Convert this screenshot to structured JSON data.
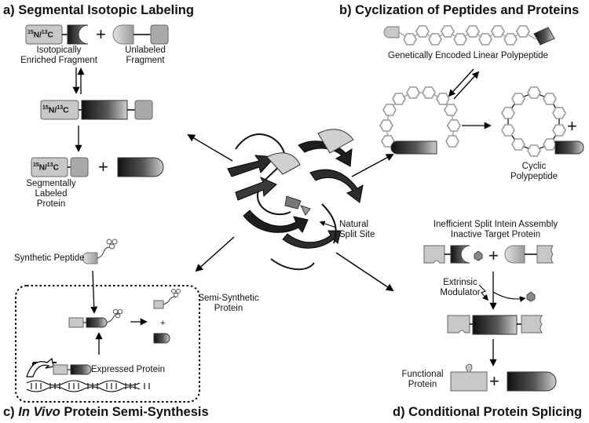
{
  "panels": {
    "a": {
      "prefix": "a) ",
      "title": "Segmental Isotopic Labeling",
      "iso_label": "15N/13C",
      "isotopically_enriched_fragment": [
        "Isotopically",
        "Enriched Fragment"
      ],
      "unlabeled_fragment": [
        "Unlabeled",
        "Fragment"
      ],
      "segmentally_labeled_protein": [
        "Segmentally",
        "Labeled",
        "Protein"
      ],
      "plus": "+"
    },
    "b": {
      "prefix": "b) ",
      "title": "Cyclization of Peptides and Proteins",
      "linear_polypeptide": "Genetically Encoded Linear Polypeptide",
      "cyclic_polypeptide": [
        "Cyclic",
        "Polypeptide"
      ],
      "plus": "+"
    },
    "c": {
      "prefix": "c) ",
      "title_italic": "In Vivo",
      "title_rest": " Protein Semi-Synthesis",
      "synthetic_peptide": "Synthetic Peptide",
      "semi_synthetic_protein": [
        "Semi-Synthetic",
        "Protein"
      ],
      "expressed_protein": "Expressed Protein",
      "plus": "+"
    },
    "d": {
      "prefix": "d) ",
      "title": "Conditional Protein Splicing",
      "inefficient_assembly": [
        "Inefficient Split Intein Assembly",
        "Inactive Target Protein"
      ],
      "extrinsic_modulator": [
        "Extrinsic",
        "Modulator"
      ],
      "functional_protein": [
        "Functional",
        "Protein"
      ],
      "plus": "+"
    }
  },
  "center": {
    "natural_split_site": [
      "Natural",
      "Split Site"
    ]
  },
  "colors": {
    "light_gray": "#c8c8c8",
    "mid_gray": "#a9a9a9",
    "dark": "#1a1a1a",
    "outline": "#555555"
  },
  "icons": [
    "segmental-labeling-schematic",
    "cyclization-schematic",
    "semi-synthesis-schematic",
    "conditional-splicing-schematic",
    "protein-ribbon-structure"
  ]
}
